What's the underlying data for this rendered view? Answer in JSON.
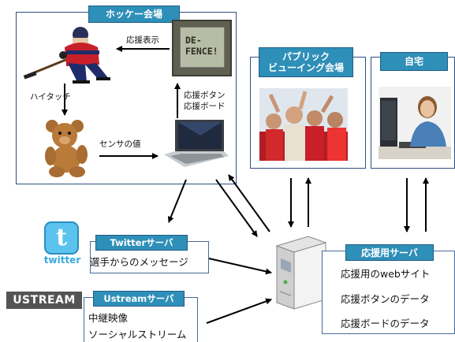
{
  "venues": {
    "hockey": {
      "title": "ホッケー会場"
    },
    "public": {
      "title": "パブリック\nビューイング会場"
    },
    "home": {
      "title": "自宅"
    }
  },
  "hockey_labels": {
    "cheer_display": "応援表示",
    "high_touch": "ハイタッチ",
    "sensor_value": "センサの値",
    "cheer_button": "応援ボタン",
    "cheer_board": "応援ボード",
    "display_text": "DE-\nFENCE!"
  },
  "twitter": {
    "logo_text": "twitter",
    "logo_letter": "t",
    "server_label": "Twitterサーバ",
    "message": "選手からのメッセージ"
  },
  "ustream": {
    "logo_text": "USTREAM",
    "server_label": "Ustreamサーバ",
    "item1": "中継映像",
    "item2": "ソーシャルストリーム"
  },
  "cheer_server": {
    "label": "応援用サーバ",
    "item1": "応援用のwebサイト",
    "item2": "応援ボタンのデータ",
    "item3": "応援ボードのデータ"
  },
  "colors": {
    "tag_fill": "#2e8fb8",
    "panel_border": "#2f4f7f",
    "arrow": "#000000"
  }
}
